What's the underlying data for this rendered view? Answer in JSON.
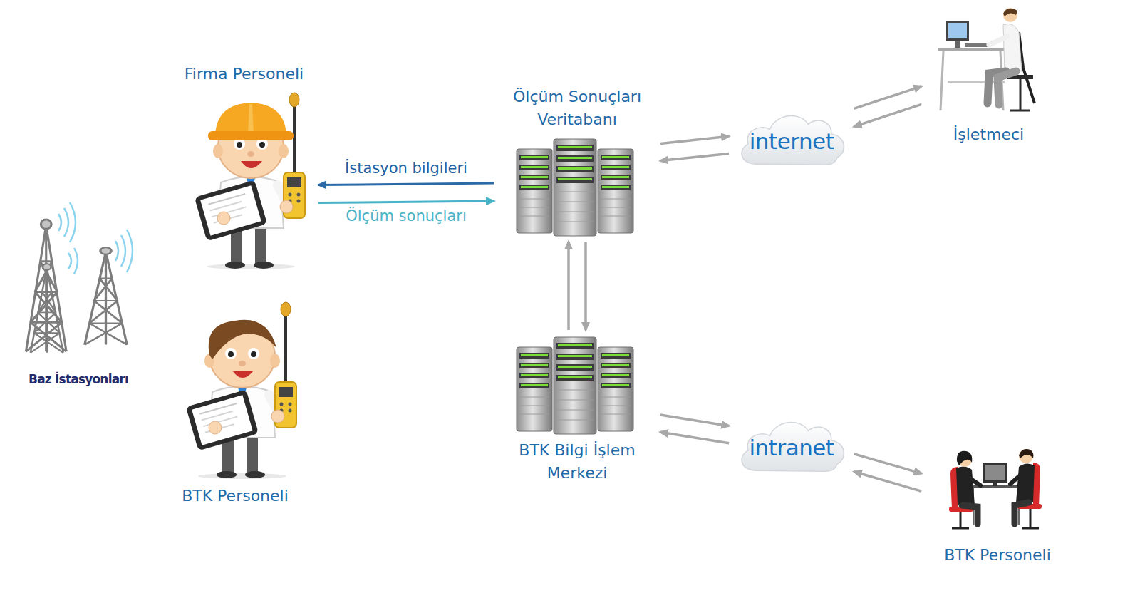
{
  "diagram": {
    "nodes": [
      {
        "text": [
          "Firma Personeli"
        ]
      },
      {
        "text": [
          "Ölçüm Sonuçları Veritabanı"
        ]
      },
      {
        "text": [
          "internet"
        ]
      },
      {
        "text": [
          "İşletmeci"
        ]
      },
      {
        "text": [
          "Baz İstasyonları"
        ]
      },
      {
        "text": [
          "BTK Bilgi İşlem Merkezi"
        ]
      },
      {
        "text": [
          "intranet"
        ]
      },
      {
        "text": [
          "BTK Personeli"
        ]
      },
      {
        "text": [
          "BTK Personeli"
        ]
      }
    ],
    "edges": [
      {
        "from": 1,
        "to": 0,
        "label": "İstasyon bilgileri",
        "arrow": "to"
      },
      {
        "from": 0,
        "to": 1,
        "label": "Ölçüm sonuçları",
        "arrow": "to"
      },
      {
        "from": 1,
        "to": 2,
        "arrow": "to"
      },
      {
        "from": 2,
        "to": 1,
        "arrow": "to"
      },
      {
        "from": 2,
        "to": 3,
        "arrow": "to"
      },
      {
        "from": 3,
        "to": 2,
        "arrow": "to"
      },
      {
        "from": 1,
        "to": 5,
        "arrow": "to"
      },
      {
        "from": 5,
        "to": 1,
        "arrow": "to"
      },
      {
        "from": 5,
        "to": 6,
        "arrow": "to"
      },
      {
        "from": 6,
        "to": 5,
        "arrow": "to"
      },
      {
        "from": 6,
        "to": 8,
        "arrow": "to"
      },
      {
        "from": 8,
        "to": 6,
        "arrow": "to"
      }
    ]
  }
}
